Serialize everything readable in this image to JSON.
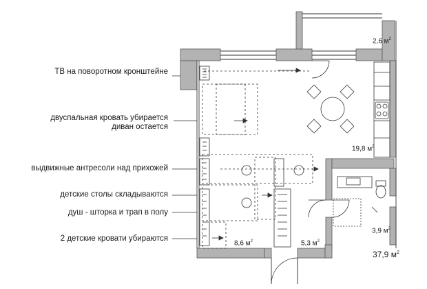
{
  "annotations": [
    "ТВ на поворотном кронштейне",
    "двуспальная кровать убирается",
    "диван остается",
    "выдвижные антресоли над прихожей",
    "детские столы складываются",
    "душ - шторка и трап в полу",
    "2 детские кровати убираются"
  ],
  "areas": {
    "balcony": "2,6 м",
    "kitchen_living": "19,8 м",
    "bathroom": "3,9 м",
    "kids_room": "8,6 м",
    "hall": "5,3 м",
    "total": "37,9 м",
    "unit_sup": "2"
  },
  "colors": {
    "wall": "#b3b3b3",
    "line": "#333333",
    "wall_outline": "#555555"
  }
}
